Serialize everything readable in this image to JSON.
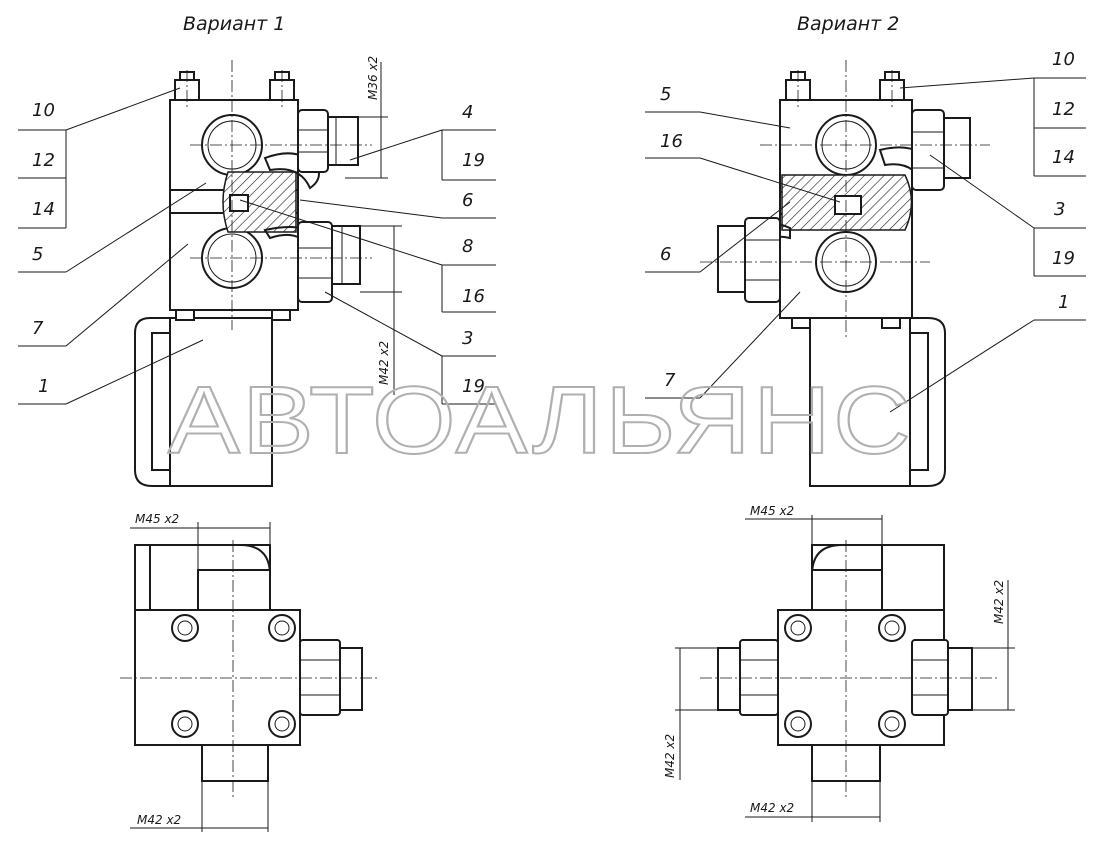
{
  "headings": {
    "variant1": "Вариант 1",
    "variant2": "Вариант 2"
  },
  "watermark": "АВТОАЛЬЯНС",
  "callouts_left": {
    "c10": "10",
    "c12": "12",
    "c14": "14",
    "c5": "5",
    "c7": "7",
    "c1": "1",
    "c4": "4",
    "c19a": "19",
    "c6": "6",
    "c8": "8",
    "c16": "16",
    "c3": "3",
    "c19b": "19"
  },
  "callouts_right": {
    "c5": "5",
    "c16": "16",
    "c6": "6",
    "c7": "7",
    "c10": "10",
    "c12": "12",
    "c14": "14",
    "c3": "3",
    "c19": "19",
    "c1": "1"
  },
  "dims": {
    "m36": "M36 x2",
    "m42_v1_side": "M42 x2",
    "m45_v1": "M45 x2",
    "m42_v1_bottom": "M42 x2",
    "m45_v2": "M45 x2",
    "m42_v2_right": "M42 x2",
    "m42_v2_left": "M42 x2",
    "m42_v2_bottom": "M42 x2"
  }
}
